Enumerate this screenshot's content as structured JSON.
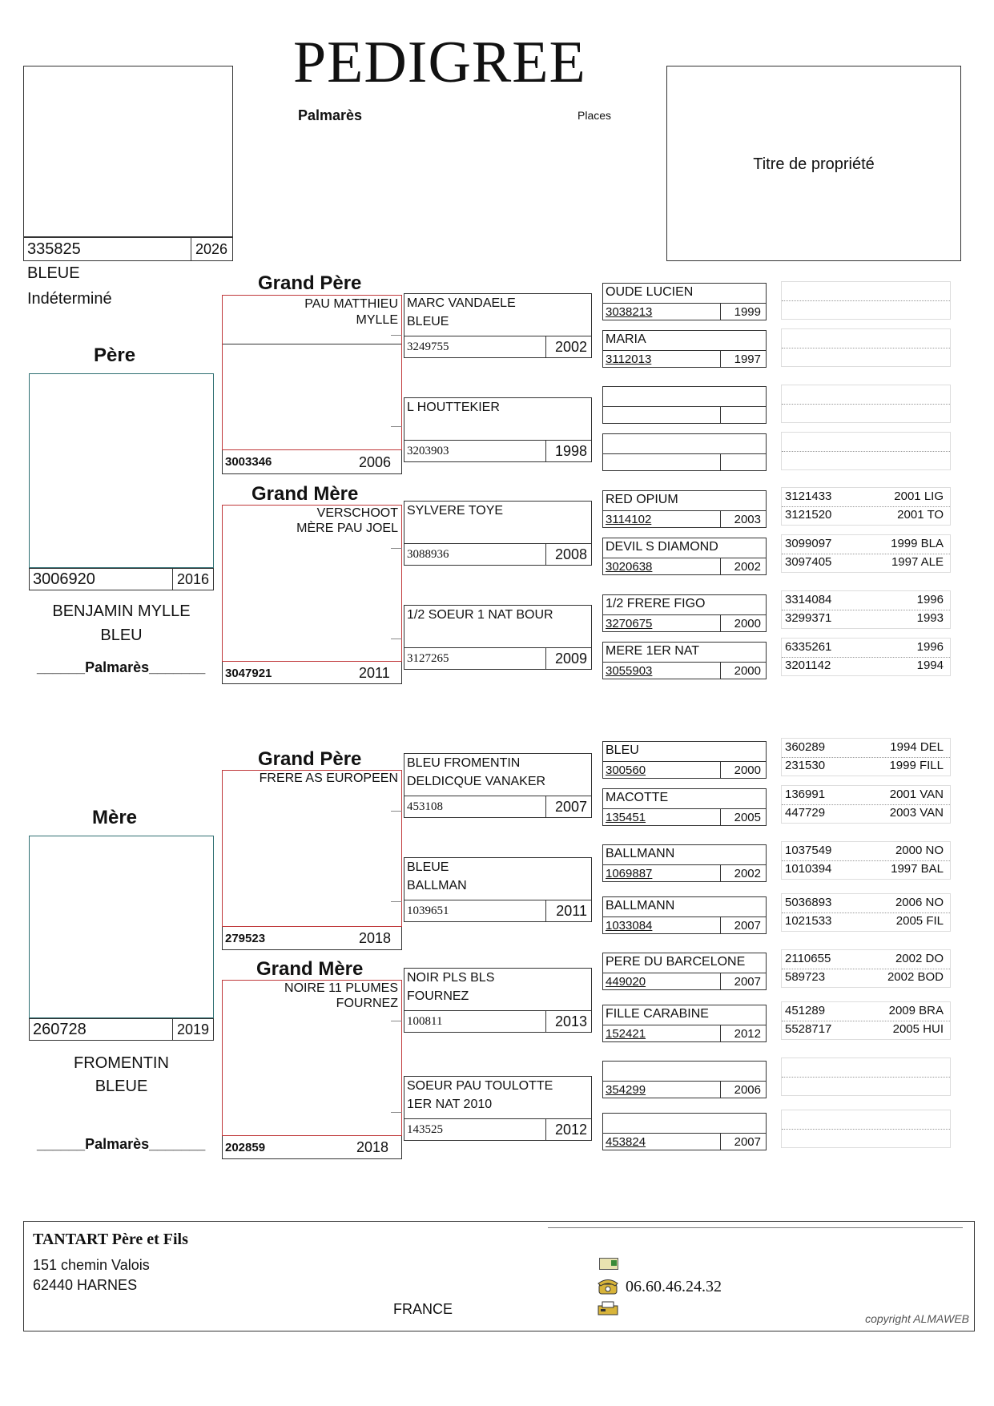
{
  "header": {
    "title": "PEDIGREE",
    "palmares_label": "Palmarès",
    "places_label": "Places",
    "title_property": "Titre de propriété"
  },
  "subject": {
    "ring": "335825",
    "year": "2026",
    "color": "BLEUE",
    "sex": "Indéterminé"
  },
  "father": {
    "label": "Père",
    "ring": "3006920",
    "year": "2016",
    "name": "BENJAMIN MYLLE",
    "color": "BLEU",
    "palmares": "______Palmarès_______"
  },
  "mother": {
    "label": "Mère",
    "ring": "260728",
    "year": "2019",
    "name": "FROMENTIN",
    "color": "BLEUE",
    "palmares": "______Palmarès_______"
  },
  "gp_father_side": {
    "label": "Grand Père",
    "line1": "PAU MATTHIEU",
    "line2": "MYLLE",
    "ring": "3003346",
    "year": "2006"
  },
  "gm_father_side": {
    "label": "Grand Mère",
    "line1": "VERSCHOOT",
    "line2": "MÈRE PAU JOEL",
    "ring": "3047921",
    "year": "2011"
  },
  "gp_mother_side": {
    "label": "Grand Père",
    "line1": "FRERE AS EUROPEEN",
    "line2": "",
    "ring": "279523",
    "year": "2018"
  },
  "gm_mother_side": {
    "label": "Grand Mère",
    "line1": "NOIRE 11 PLUMES",
    "line2": "FOURNEZ",
    "ring": "202859",
    "year": "2018"
  },
  "gen3": [
    {
      "line1": "MARC VANDAELE",
      "line2": "BLEUE",
      "ring": "3249755",
      "year": "2002"
    },
    {
      "line1": "L HOUTTEKIER",
      "line2": "",
      "ring": "3203903",
      "year": "1998"
    },
    {
      "line1": "SYLVERE TOYE",
      "line2": "",
      "ring": "3088936",
      "year": "2008"
    },
    {
      "line1": "1/2 SOEUR 1 NAT BOUR",
      "line2": "",
      "ring": "3127265",
      "year": "2009"
    },
    {
      "line1": "BLEU FROMENTIN",
      "line2": "DELDICQUE VANAKER",
      "ring": "453108",
      "year": "2007"
    },
    {
      "line1": "BLEUE",
      "line2": "BALLMAN",
      "ring": "1039651",
      "year": "2011"
    },
    {
      "line1": "NOIR PLS BLS",
      "line2": "FOURNEZ",
      "ring": "100811",
      "year": "2013"
    },
    {
      "line1": "SOEUR PAU TOULOTTE",
      "line2": "1ER NAT 2010",
      "ring": "143525",
      "year": "2012"
    }
  ],
  "gen4": [
    {
      "name": "OUDE LUCIEN",
      "ring": "3038213",
      "year": "1999"
    },
    {
      "name": "MARIA",
      "ring": "3112013",
      "year": "1997"
    },
    {
      "name": "",
      "ring": "",
      "year": ""
    },
    {
      "name": "",
      "ring": "",
      "year": ""
    },
    {
      "name": "RED OPIUM",
      "ring": "3114102",
      "year": "2003"
    },
    {
      "name": "DEVIL S DIAMOND",
      "ring": "3020638",
      "year": "2002"
    },
    {
      "name": "1/2 FRERE FIGO",
      "ring": "3270675",
      "year": "2000"
    },
    {
      "name": "MERE 1ER NAT",
      "ring": "3055903",
      "year": "2000"
    },
    {
      "name": "BLEU",
      "ring": "300560",
      "year": "2000"
    },
    {
      "name": "MACOTTE",
      "ring": "135451",
      "year": "2005"
    },
    {
      "name": "BALLMANN",
      "ring": "1069887",
      "year": "2002"
    },
    {
      "name": "BALLMANN",
      "ring": "1033084",
      "year": "2007"
    },
    {
      "name": "PERE DU BARCELONE",
      "ring": "449020",
      "year": "2007"
    },
    {
      "name": "FILLE CARABINE",
      "ring": "152421",
      "year": "2012"
    },
    {
      "name": "",
      "ring": "354299",
      "year": "2006"
    },
    {
      "name": "",
      "ring": "453824",
      "year": "2007"
    }
  ],
  "gen5": [
    {
      "a_ring": "",
      "a_info": "",
      "b_ring": "",
      "b_info": ""
    },
    {
      "a_ring": "",
      "a_info": "",
      "b_ring": "",
      "b_info": ""
    },
    {
      "a_ring": "",
      "a_info": "",
      "b_ring": "",
      "b_info": ""
    },
    {
      "a_ring": "",
      "a_info": "",
      "b_ring": "",
      "b_info": ""
    },
    {
      "a_ring": "3121433",
      "a_info": "2001 LIG",
      "b_ring": "3121520",
      "b_info": "2001 TO"
    },
    {
      "a_ring": "3099097",
      "a_info": "1999 BLA",
      "b_ring": "3097405",
      "b_info": "1997 ALE"
    },
    {
      "a_ring": "3314084",
      "a_info": "1996",
      "b_ring": "3299371",
      "b_info": "1993"
    },
    {
      "a_ring": "6335261",
      "a_info": "1996",
      "b_ring": "3201142",
      "b_info": "1994"
    },
    {
      "a_ring": "360289",
      "a_info": "1994 DEL",
      "b_ring": "231530",
      "b_info": "1999 FILL"
    },
    {
      "a_ring": "136991",
      "a_info": "2001 VAN",
      "b_ring": "447729",
      "b_info": "2003 VAN"
    },
    {
      "a_ring": "1037549",
      "a_info": "2000 NO",
      "b_ring": "1010394",
      "b_info": "1997 BAL"
    },
    {
      "a_ring": "5036893",
      "a_info": "2006 NO",
      "b_ring": "1021533",
      "b_info": "2005 FIL"
    },
    {
      "a_ring": "2110655",
      "a_info": "2002 DO",
      "b_ring": "589723",
      "b_info": "2002 BOD"
    },
    {
      "a_ring": "451289",
      "a_info": "2009 BRA",
      "b_ring": "5528717",
      "b_info": "2005 HUI"
    },
    {
      "a_ring": "",
      "a_info": "",
      "b_ring": "",
      "b_info": ""
    },
    {
      "a_ring": "",
      "a_info": "",
      "b_ring": "",
      "b_info": ""
    }
  ],
  "footer": {
    "owner": "TANTART Père et Fils",
    "address1": "151 chemin Valois",
    "address2": "62440 HARNES",
    "country": "FRANCE",
    "phone": "06.60.46.24.32",
    "copyright": "copyright ALMAWEB",
    "icons": [
      "email-icon",
      "phone-icon",
      "fax-icon"
    ]
  }
}
